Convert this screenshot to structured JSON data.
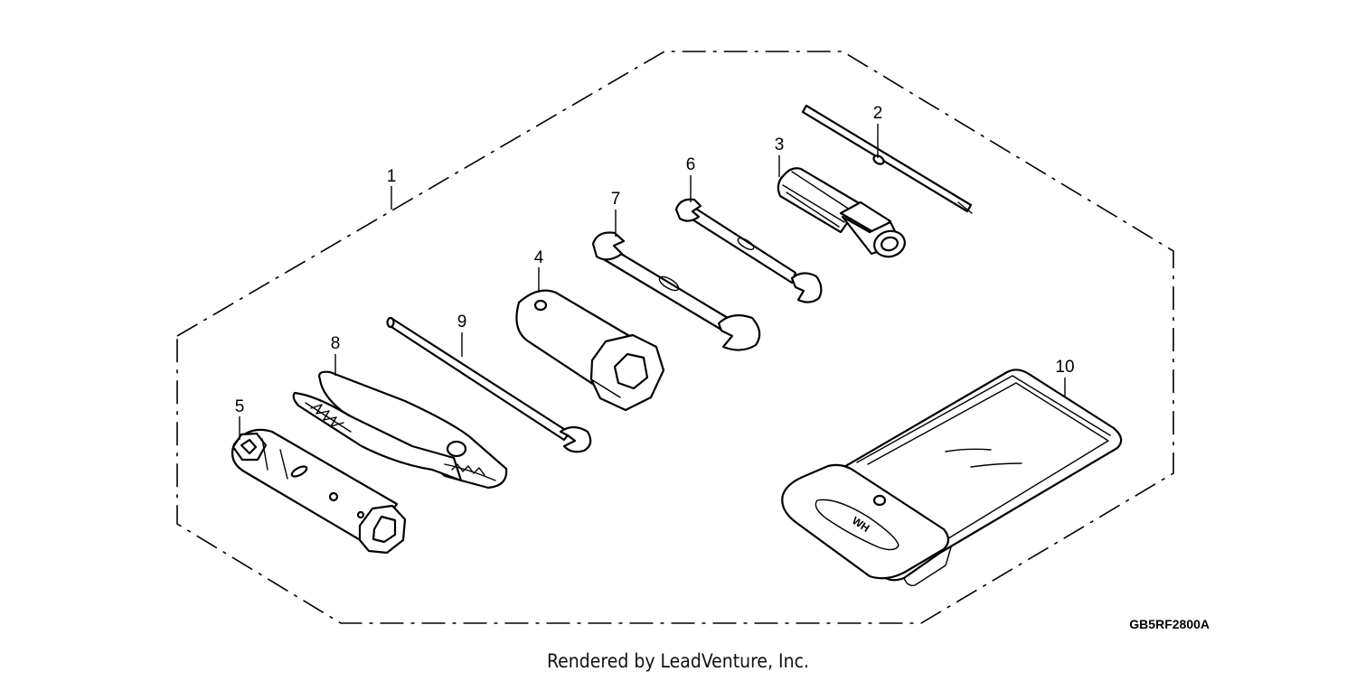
{
  "diagram": {
    "callouts": [
      "1",
      "2",
      "3",
      "4",
      "5",
      "6",
      "7",
      "8",
      "9",
      "10"
    ],
    "drawing_code": "GB5RF2800A",
    "credit": "Rendered by LeadVenture, Inc."
  },
  "colors": {
    "ink": "#000000",
    "background": "#ffffff"
  }
}
